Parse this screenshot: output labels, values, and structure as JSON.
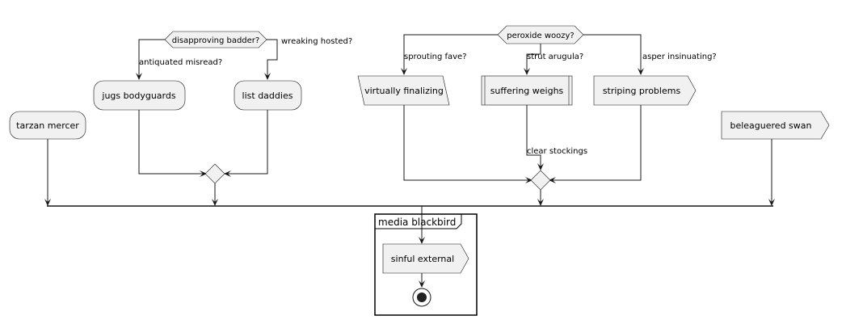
{
  "diagram": {
    "nodes": {
      "tarzan": "tarzan mercer",
      "jugs": "jugs bodyguards",
      "list": "list daddies",
      "virtually": "virtually finalizing",
      "suffering": "suffering weighs",
      "striping": "striping problems",
      "beleaguered": "beleaguered swan",
      "sinful": "sinful external"
    },
    "decisions": {
      "disapproving": "disapproving badder?",
      "peroxide": "peroxide woozy?"
    },
    "edge_labels": {
      "antiquated": "antiquated misread?",
      "wreaking": "wreaking hosted?",
      "sprouting": "sprouting fave?",
      "strut": "strut arugula?",
      "asper": "asper insinuating?",
      "clear": "clear stockings"
    },
    "partition": {
      "title": "media blackbird"
    }
  }
}
